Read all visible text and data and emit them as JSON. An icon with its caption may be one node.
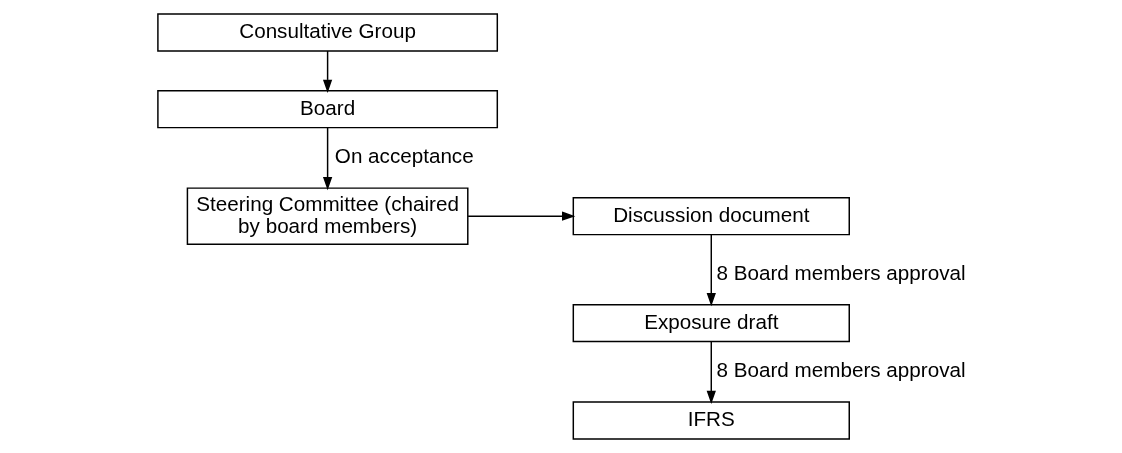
{
  "diagram": {
    "nodes": [
      {
        "text": [
          "Consultative Group"
        ]
      },
      {
        "text": [
          "Board"
        ]
      },
      {
        "text": [
          "Steering Committee (chaired by board members)"
        ]
      },
      {
        "text": [
          "Discussion document"
        ]
      },
      {
        "text": [
          "Exposure draft"
        ]
      },
      {
        "text": [
          "IFRS"
        ]
      }
    ],
    "edges": [
      {
        "from": 0,
        "to": 1,
        "arrow": "to"
      },
      {
        "from": 1,
        "to": 2,
        "arrow": "to",
        "label": "On acceptance"
      },
      {
        "from": 2,
        "to": 3,
        "arrow": "to"
      },
      {
        "from": 3,
        "to": 4,
        "arrow": "to",
        "label": "8 Board members approval"
      },
      {
        "from": 4,
        "to": 5,
        "arrow": "to",
        "label": "8 Board members approval"
      }
    ]
  }
}
